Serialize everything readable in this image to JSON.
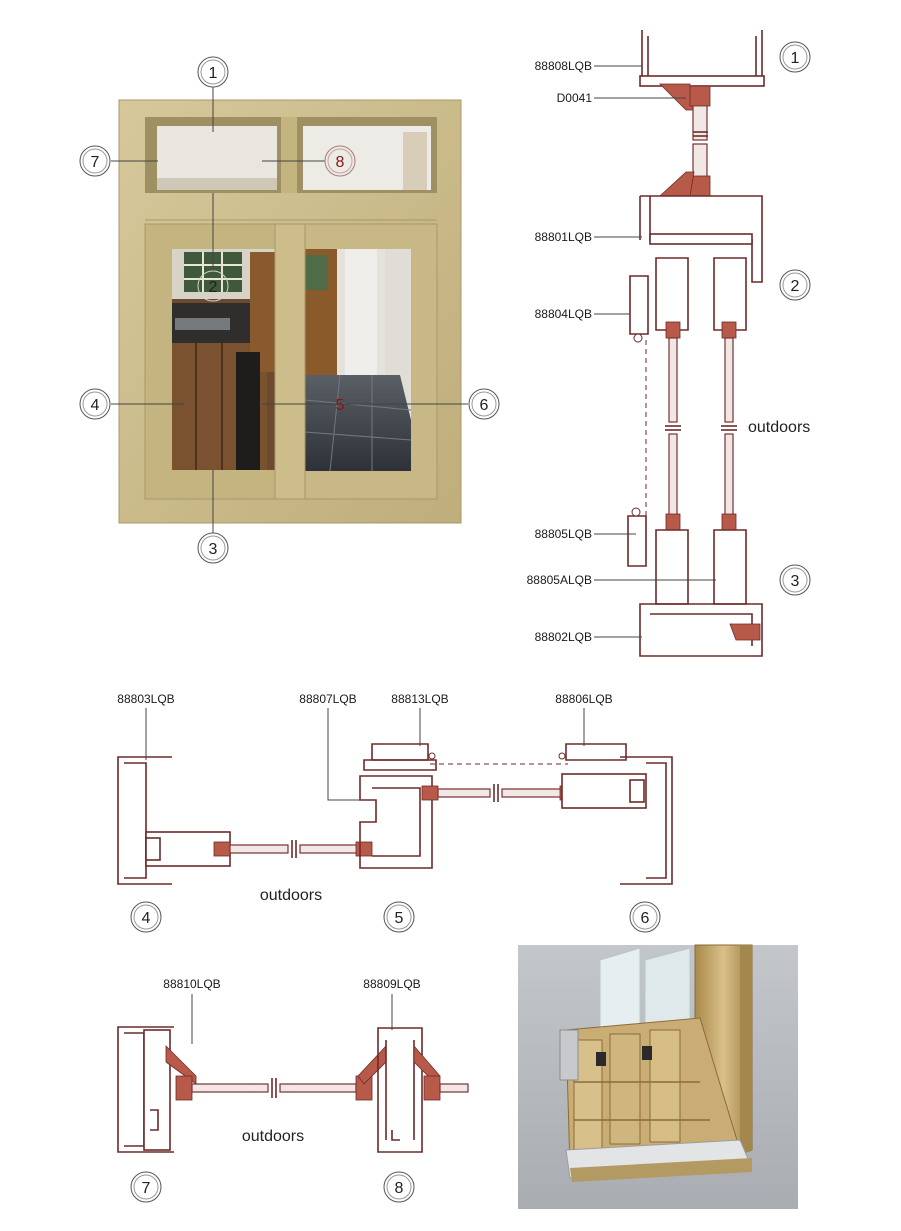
{
  "callouts": {
    "c1": "1",
    "c2": "2",
    "c3": "3",
    "c4": "4",
    "c5": "5",
    "c6": "6",
    "c7": "7",
    "c8": "8"
  },
  "vertical_section": {
    "labels": [
      "88808LQB",
      "D0041",
      "88801LQB",
      "88804LQB",
      "88805LQB",
      "88805ALQB",
      "88802LQB"
    ],
    "outdoors": "outdoors"
  },
  "horizontal_section": {
    "labels": [
      "88803LQB",
      "88807LQB",
      "88813LQB",
      "88806LQB"
    ],
    "outdoors": "outdoors"
  },
  "transom_section": {
    "labels": [
      "88810LQB",
      "88809LQB"
    ],
    "outdoors": "outdoors"
  },
  "colors": {
    "frame": "#c9b98a",
    "profile_line": "#6e2a2a",
    "callout_text": "#8a1414",
    "render_bg": "#b9bcc0"
  }
}
